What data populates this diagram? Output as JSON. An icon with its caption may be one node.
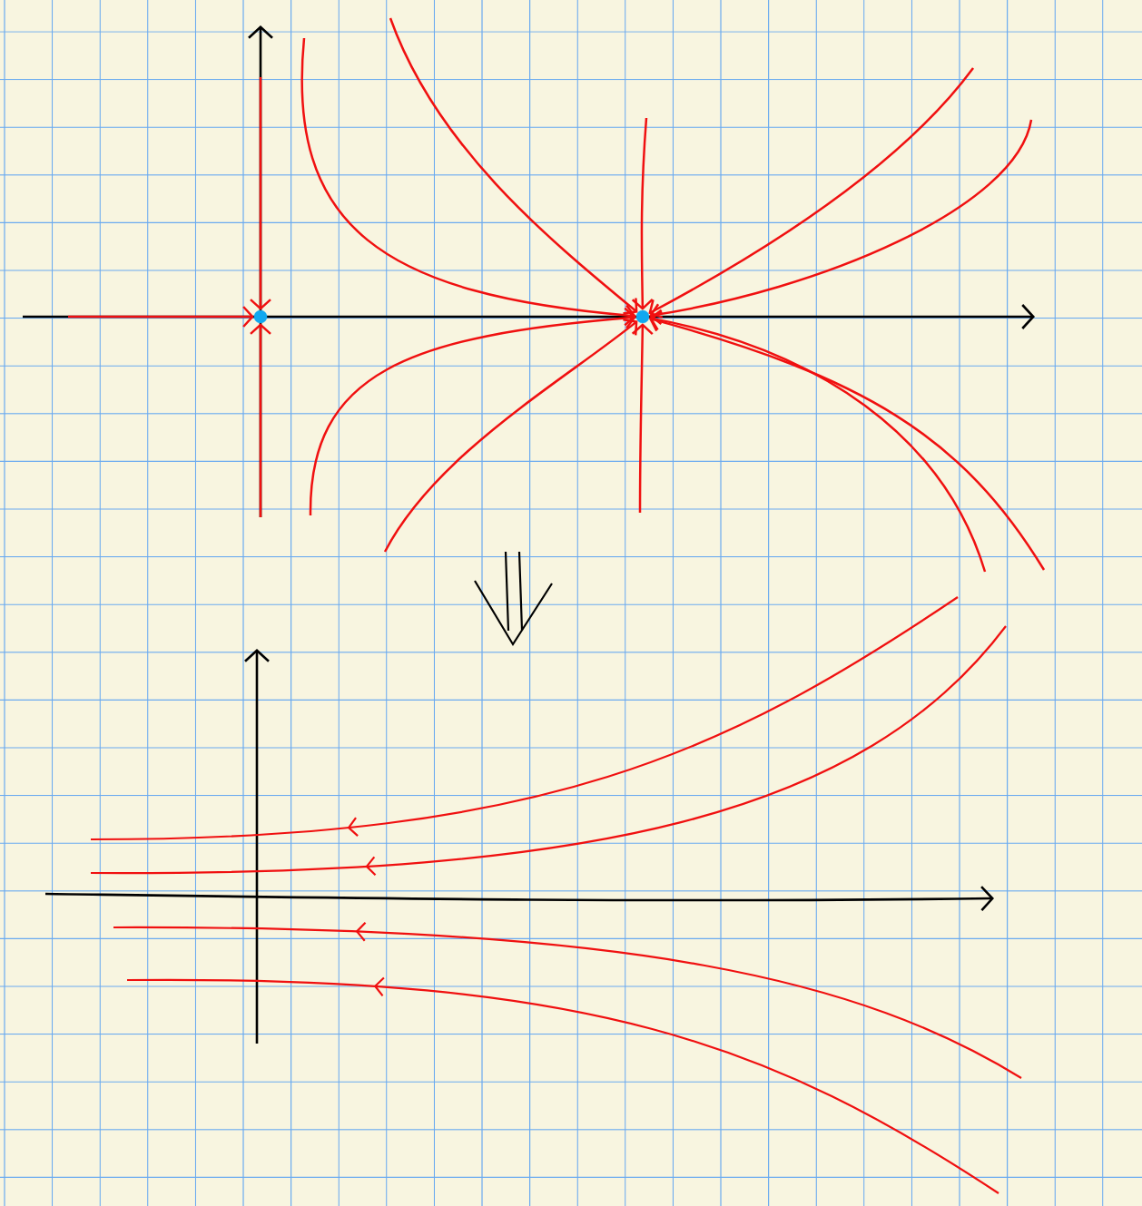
{
  "diagram": {
    "nodes": [
      {
        "text": [],
        "shape": "circle"
      },
      {
        "text": [],
        "shape": "circle"
      }
    ],
    "edges": [
      {
        "from": null,
        "to": 0,
        "arrow": "to"
      },
      {
        "from": null,
        "to": 0,
        "arrow": "to"
      },
      {
        "from": null,
        "to": 0,
        "arrow": "to"
      },
      {
        "from": null,
        "to": 1,
        "arrow": "to"
      },
      {
        "from": null,
        "to": 1,
        "arrow": "to"
      },
      {
        "from": null,
        "to": 1,
        "arrow": "to"
      },
      {
        "from": null,
        "to": 1,
        "arrow": "to"
      },
      {
        "from": null,
        "to": 1,
        "arrow": "to"
      },
      {
        "from": null,
        "to": 1,
        "arrow": "to"
      },
      {
        "from": null,
        "to": 1,
        "arrow": "to"
      },
      {
        "from": null,
        "to": 1,
        "arrow": "to"
      },
      {
        "from": null,
        "to": 1,
        "arrow": "to"
      },
      {
        "from": null,
        "to": 1,
        "arrow": "to"
      }
    ]
  }
}
